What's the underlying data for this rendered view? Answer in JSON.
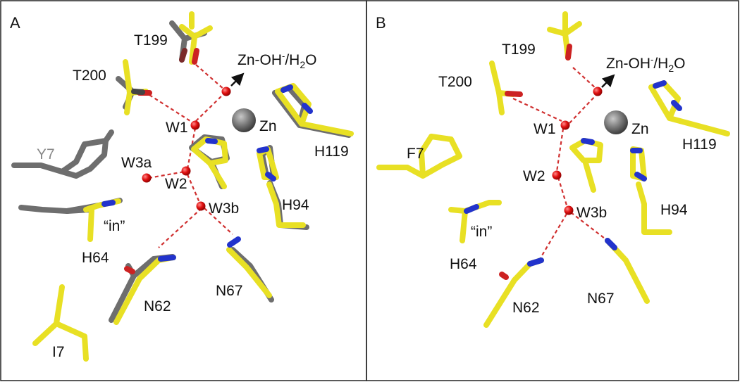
{
  "colors": {
    "carbon_yellow": "#e8e024",
    "carbon_grey": "#6e6e6e",
    "nitrogen": "#2233cc",
    "oxygen": "#cc2222",
    "water": "#dd1111",
    "zinc": "#777777",
    "hbond": "#d03030",
    "frame": "#222222"
  },
  "panels": [
    {
      "letter": "A",
      "labels": {
        "t199": "T199",
        "t200": "T200",
        "zn_oh_prefix": "Zn-OH",
        "zn_oh_sup": "-",
        "zn_oh_mid": "/H",
        "zn_oh_sub": "2",
        "zn_oh_end": "O",
        "w1": "W1",
        "zn": "Zn",
        "y7": "Y7",
        "w3a": "W3a",
        "w2": "W2",
        "w3b": "W3b",
        "h119": "H119",
        "h94": "H94",
        "in": "“in”",
        "h64": "H64",
        "n62": "N62",
        "n67": "N67",
        "i7": "I7"
      }
    },
    {
      "letter": "B",
      "labels": {
        "t199": "T199",
        "t200": "T200",
        "zn_oh_prefix": "Zn-OH",
        "zn_oh_sup": "-",
        "zn_oh_mid": "/H",
        "zn_oh_sub": "2",
        "zn_oh_end": "O",
        "w1": "W1",
        "zn": "Zn",
        "f7": "F7",
        "w2": "W2",
        "w3b": "W3b",
        "h119": "H119",
        "h94": "H94",
        "in": "“in”",
        "h64": "H64",
        "n62": "N62",
        "n67": "N67"
      }
    }
  ]
}
